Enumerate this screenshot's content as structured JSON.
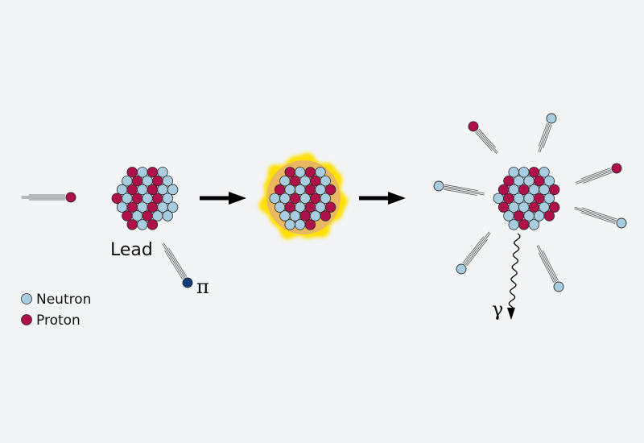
{
  "labels": {
    "lead": "Lead",
    "pion": "π",
    "gamma": "γ"
  },
  "legend": [
    {
      "key": "neutron",
      "label": "Neutron"
    },
    {
      "key": "proton",
      "label": "Proton"
    }
  ],
  "colors": {
    "background": "#f2f4f6",
    "neutron": "#a9cde0",
    "proton": "#b0104a",
    "pion": "#0d3c78",
    "excitation_glow": "#ffe000",
    "arrow": "#000000"
  },
  "stages": [
    {
      "name": "incoming-proton-and-lead-nucleus"
    },
    {
      "name": "excited-nucleus"
    },
    {
      "name": "evaporation-products"
    }
  ]
}
